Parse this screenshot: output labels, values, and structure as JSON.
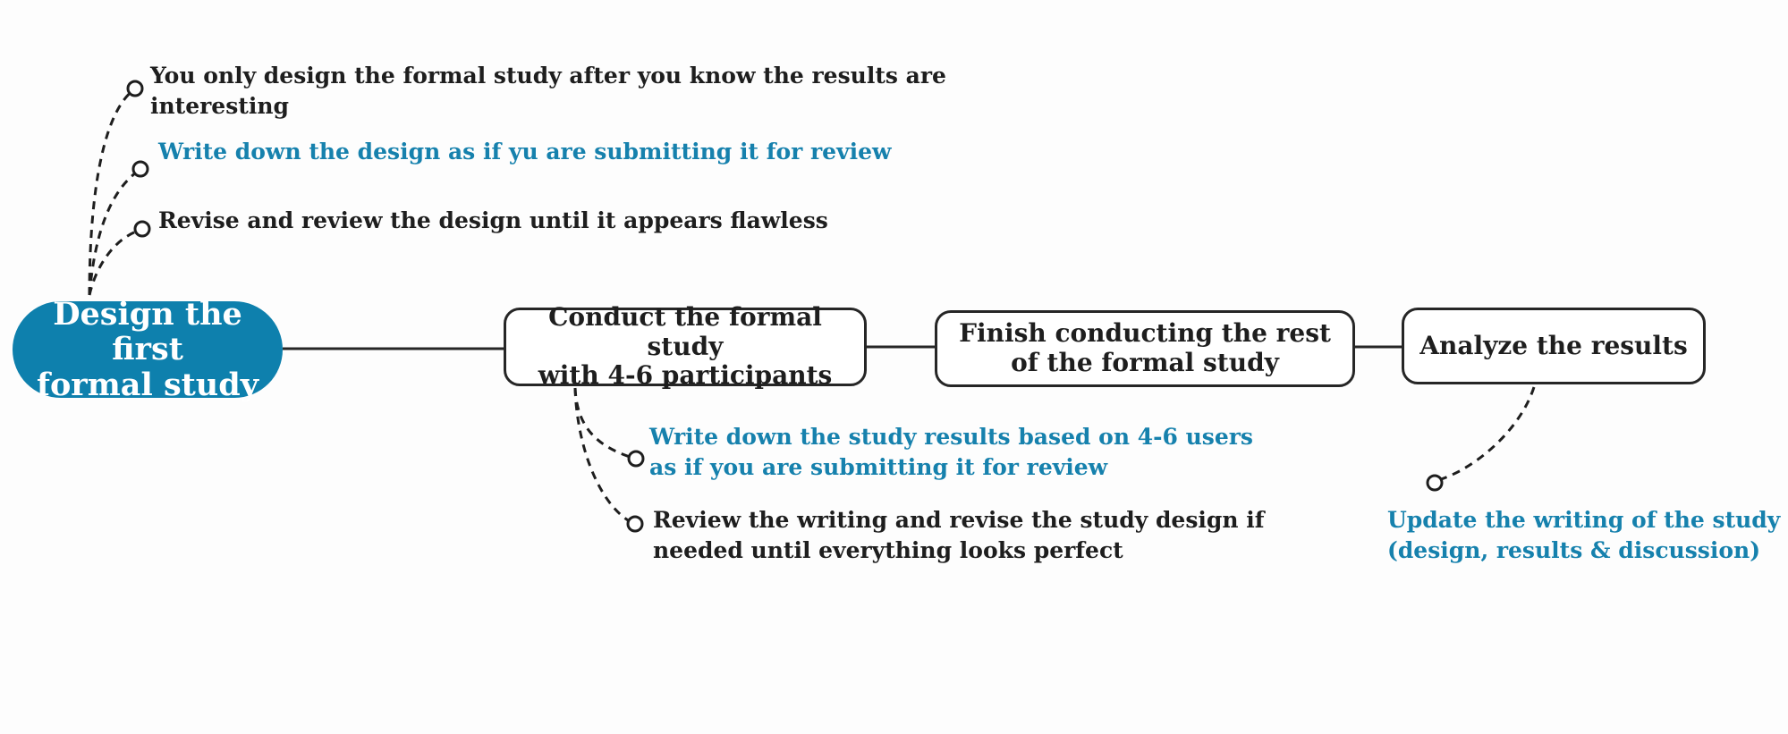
{
  "root": {
    "line1": "Design the first",
    "line2": "formal study"
  },
  "steps": [
    {
      "line1": "Conduct the formal study",
      "line2": "with 4-6 participants"
    },
    {
      "line1": "Finish conducting the rest",
      "line2": "of the formal study"
    },
    {
      "line1": "Analyze the results"
    }
  ],
  "notes": {
    "design": [
      {
        "lines": [
          "You only design the formal study after you know the results are",
          "interesting"
        ]
      },
      {
        "lines": [
          "Write down the design as if yu are submitting it for review"
        ]
      },
      {
        "lines": [
          "Revise and review the design until it appears flawless"
        ]
      }
    ],
    "conduct": [
      {
        "lines": [
          "Write down the study results based on 4-6 users",
          "as if you are submitting it for review"
        ]
      },
      {
        "lines": [
          "Review the writing and revise the study design if",
          "needed until everything looks perfect"
        ]
      }
    ],
    "analyze": [
      {
        "lines": [
          "Update the writing of the study",
          "(design, results & discussion)"
        ]
      }
    ]
  },
  "colors": {
    "accent": "#0e80ad",
    "note_blue": "#1681ad",
    "text": "#1e1e1e",
    "line": "#262626"
  }
}
